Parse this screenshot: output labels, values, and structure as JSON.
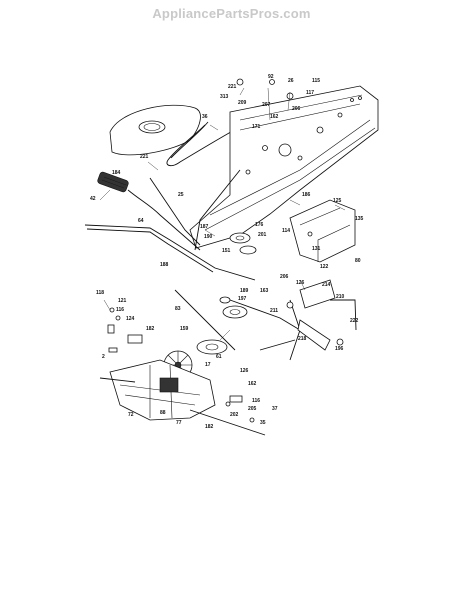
{
  "watermark": "AppliancePartsPros.com",
  "callouts": [
    {
      "id": "c221",
      "label": "221"
    },
    {
      "id": "c313",
      "label": "313"
    },
    {
      "id": "c92",
      "label": "92"
    },
    {
      "id": "c26",
      "label": "26"
    },
    {
      "id": "c115",
      "label": "115"
    },
    {
      "id": "c117",
      "label": "117"
    },
    {
      "id": "c209",
      "label": "209"
    },
    {
      "id": "c207",
      "label": "207"
    },
    {
      "id": "c206",
      "label": "206"
    },
    {
      "id": "c162",
      "label": "162"
    },
    {
      "id": "c171",
      "label": "171"
    },
    {
      "id": "c36",
      "label": "36"
    },
    {
      "id": "c221b",
      "label": "221"
    },
    {
      "id": "c184",
      "label": "184"
    },
    {
      "id": "c42",
      "label": "42"
    },
    {
      "id": "c25",
      "label": "25"
    },
    {
      "id": "c186",
      "label": "186"
    },
    {
      "id": "c125",
      "label": "125"
    },
    {
      "id": "c135",
      "label": "135"
    },
    {
      "id": "c64",
      "label": "64"
    },
    {
      "id": "c187",
      "label": "187"
    },
    {
      "id": "c176",
      "label": "176"
    },
    {
      "id": "c188",
      "label": "188"
    },
    {
      "id": "c190",
      "label": "190"
    },
    {
      "id": "c151",
      "label": "151"
    },
    {
      "id": "c201",
      "label": "201"
    },
    {
      "id": "c114",
      "label": "114"
    },
    {
      "id": "c131",
      "label": "131"
    },
    {
      "id": "c122",
      "label": "122"
    },
    {
      "id": "c80",
      "label": "80"
    },
    {
      "id": "c189",
      "label": "189"
    },
    {
      "id": "c206b",
      "label": "206"
    },
    {
      "id": "c126",
      "label": "126"
    },
    {
      "id": "c214",
      "label": "214"
    },
    {
      "id": "c210",
      "label": "210"
    },
    {
      "id": "c118",
      "label": "118"
    },
    {
      "id": "c121",
      "label": "121"
    },
    {
      "id": "c116",
      "label": "116"
    },
    {
      "id": "c124",
      "label": "124"
    },
    {
      "id": "c182",
      "label": "182"
    },
    {
      "id": "c83",
      "label": "83"
    },
    {
      "id": "c163",
      "label": "163"
    },
    {
      "id": "c211",
      "label": "211"
    },
    {
      "id": "c218",
      "label": "218"
    },
    {
      "id": "c222",
      "label": "222"
    },
    {
      "id": "c196",
      "label": "196"
    },
    {
      "id": "c197",
      "label": "197"
    },
    {
      "id": "c159",
      "label": "159"
    },
    {
      "id": "c2",
      "label": "2"
    },
    {
      "id": "c61",
      "label": "61"
    },
    {
      "id": "c17",
      "label": "17"
    },
    {
      "id": "c126b",
      "label": "126"
    },
    {
      "id": "c162b",
      "label": "162"
    },
    {
      "id": "c116b",
      "label": "116"
    },
    {
      "id": "c72",
      "label": "72"
    },
    {
      "id": "c88",
      "label": "88"
    },
    {
      "id": "c77",
      "label": "77"
    },
    {
      "id": "c182b",
      "label": "182"
    },
    {
      "id": "c205",
      "label": "205"
    },
    {
      "id": "c37",
      "label": "37"
    },
    {
      "id": "c35",
      "label": "35"
    },
    {
      "id": "c202",
      "label": "202"
    }
  ]
}
